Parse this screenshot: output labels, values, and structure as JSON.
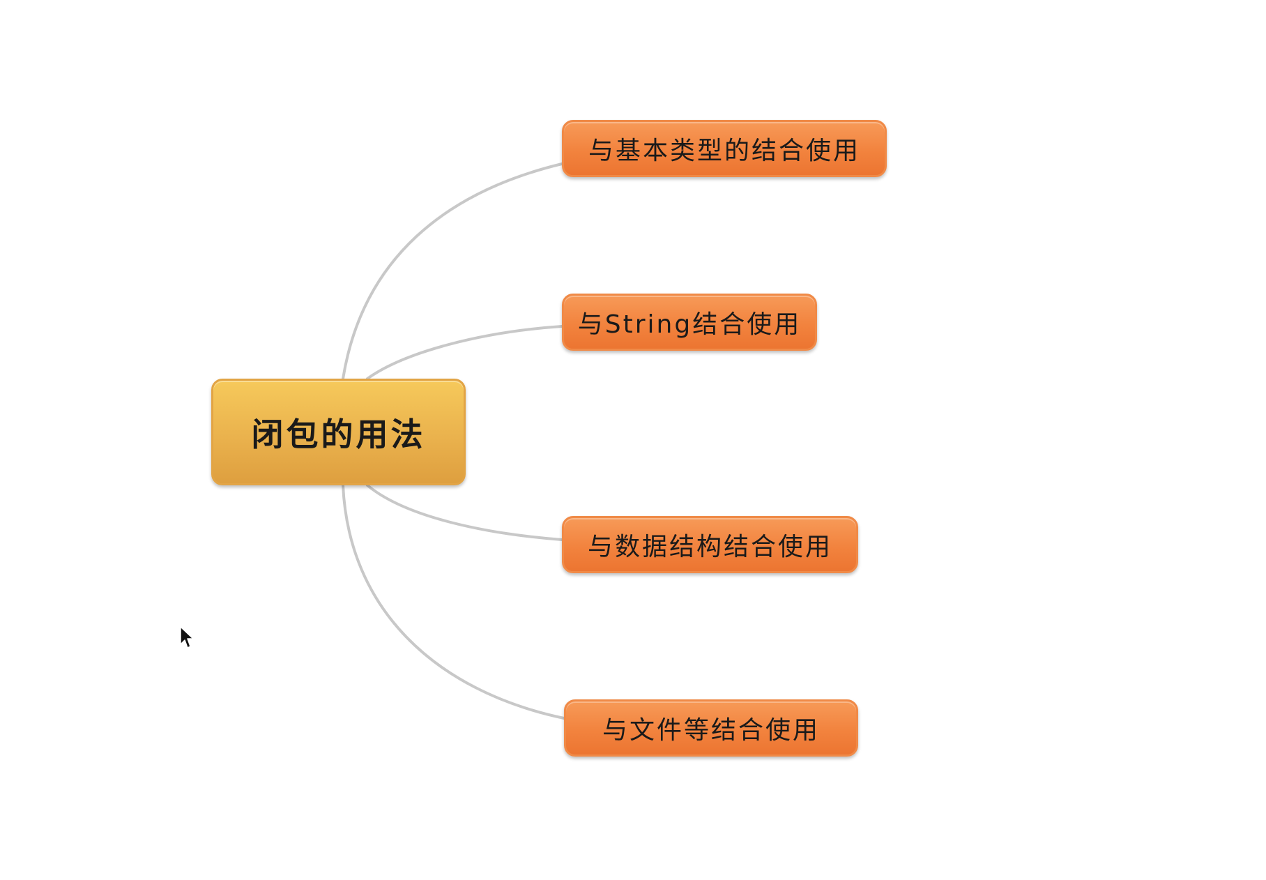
{
  "mindmap": {
    "root": {
      "label": "闭包的用法"
    },
    "branches": [
      {
        "label": "与基本类型的结合使用"
      },
      {
        "label": "与String结合使用"
      },
      {
        "label": "与数据结构结合使用"
      },
      {
        "label": "与文件等结合使用"
      }
    ]
  },
  "colors": {
    "root_fill": "#eab24d",
    "branch_fill": "#f2833e",
    "connector": "#c8c8c8",
    "background": "#ffffff"
  },
  "icons": {
    "cursor": "mouse-pointer-icon"
  }
}
